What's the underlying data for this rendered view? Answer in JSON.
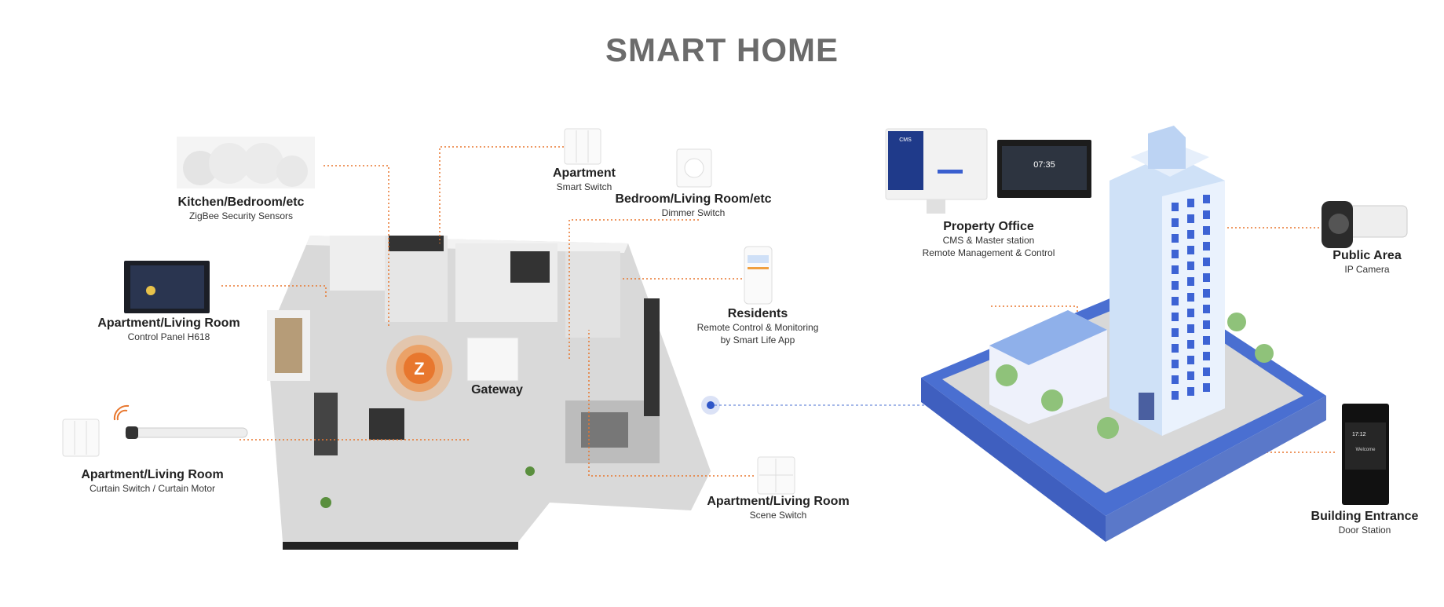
{
  "title": "SMART HOME",
  "zigbee_badge": "Z",
  "gateway_label": "Gateway",
  "devices": {
    "sensors": {
      "heading": "Kitchen/Bedroom/etc",
      "sub": [
        "ZigBee Security Sensors"
      ]
    },
    "control_panel": {
      "heading": "Apartment/Living Room",
      "sub": [
        "Control Panel H618"
      ]
    },
    "curtain": {
      "heading": "Apartment/Living Room",
      "sub": [
        "Curtain Switch / Curtain Motor"
      ]
    },
    "smart_switch": {
      "heading": "Apartment",
      "sub": [
        "Smart Switch"
      ]
    },
    "dimmer": {
      "heading": "Bedroom/Living Room/etc",
      "sub": [
        "Dimmer Switch"
      ]
    },
    "residents": {
      "heading": "Residents",
      "sub": [
        "Remote Control & Monitoring",
        "by Smart Life App"
      ]
    },
    "scene_switch": {
      "heading": "Apartment/Living Room",
      "sub": [
        "Scene Switch"
      ]
    },
    "property_office": {
      "heading": "Property Office",
      "sub": [
        "CMS & Master station",
        "Remote Management & Control"
      ]
    },
    "camera": {
      "heading": "Public Area",
      "sub": [
        "IP Camera"
      ]
    },
    "door_station": {
      "heading": "Building Entrance",
      "sub": [
        "Door Station"
      ]
    }
  },
  "screen_text": {
    "cms": "CMS",
    "clock": "07:35",
    "door_time": "17:12",
    "welcome": "Welcome"
  },
  "colors": {
    "accent": "#e8772e",
    "blue": "#4a6fd1",
    "title": "#6b6b6b"
  }
}
